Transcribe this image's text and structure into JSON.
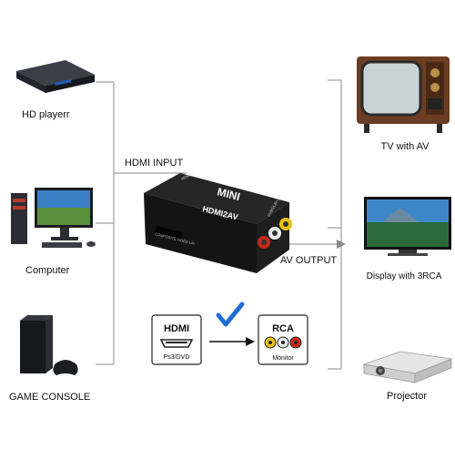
{
  "sources": [
    {
      "label": "HD playerr",
      "icon": "bluray-player-icon"
    },
    {
      "label": "Computer",
      "icon": "desktop-computer-icon"
    },
    {
      "label": "GAME CONSOLE",
      "icon": "game-console-icon"
    }
  ],
  "outputs": [
    {
      "label": "TV with AV",
      "icon": "crt-tv-icon"
    },
    {
      "label": "Display with 3RCA",
      "icon": "flat-display-icon"
    },
    {
      "label": "Projector",
      "icon": "projector-icon"
    }
  ],
  "input_label": "HDMI INPUT",
  "output_label": "AV OUTPUT",
  "device": {
    "brand": "MINI",
    "model": "HDMI2AV",
    "port_in": "HDMI IN",
    "port_out": "CVBS/L/R OUT",
    "side_text": "COMPOSITE VIDEO L/R"
  },
  "conversion": {
    "from_title": "HDMI",
    "from_sub": "Ps3/DVD",
    "to_title": "RCA",
    "to_sub": "Monitor"
  },
  "colors": {
    "line": "#8a8a8a",
    "device": "#1a1a1a",
    "check": "#1f6fd0",
    "rca_yellow": "#e8c21a",
    "rca_white": "#eeeeee",
    "rca_red": "#c8281e"
  }
}
